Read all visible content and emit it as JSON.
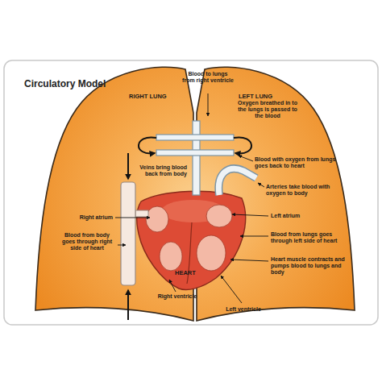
{
  "diagram": {
    "title": "Circulatory Model",
    "nodes": [
      {
        "text": [
          "RIGHT LUNG"
        ]
      },
      {
        "text": [
          "LEFT LUNG"
        ]
      },
      {
        "text": [
          "HEART"
        ]
      }
    ],
    "labels": [
      "Blood to lungs from right ventricle",
      "Oxygen breathed in to the lungs is passed to the blood",
      "Veins bring blood back from body",
      "Blood with oxygen from lungs goes back to heart",
      "Arteries take blood with oxygen to body",
      "Right atrium",
      "Left atrium",
      "Blood from body goes through right side of heart",
      "Blood from lungs goes through left side of heart",
      "Heart muscle contracts and pumps blood to lungs and body",
      "Right ventricle",
      "Left ventricle"
    ]
  }
}
